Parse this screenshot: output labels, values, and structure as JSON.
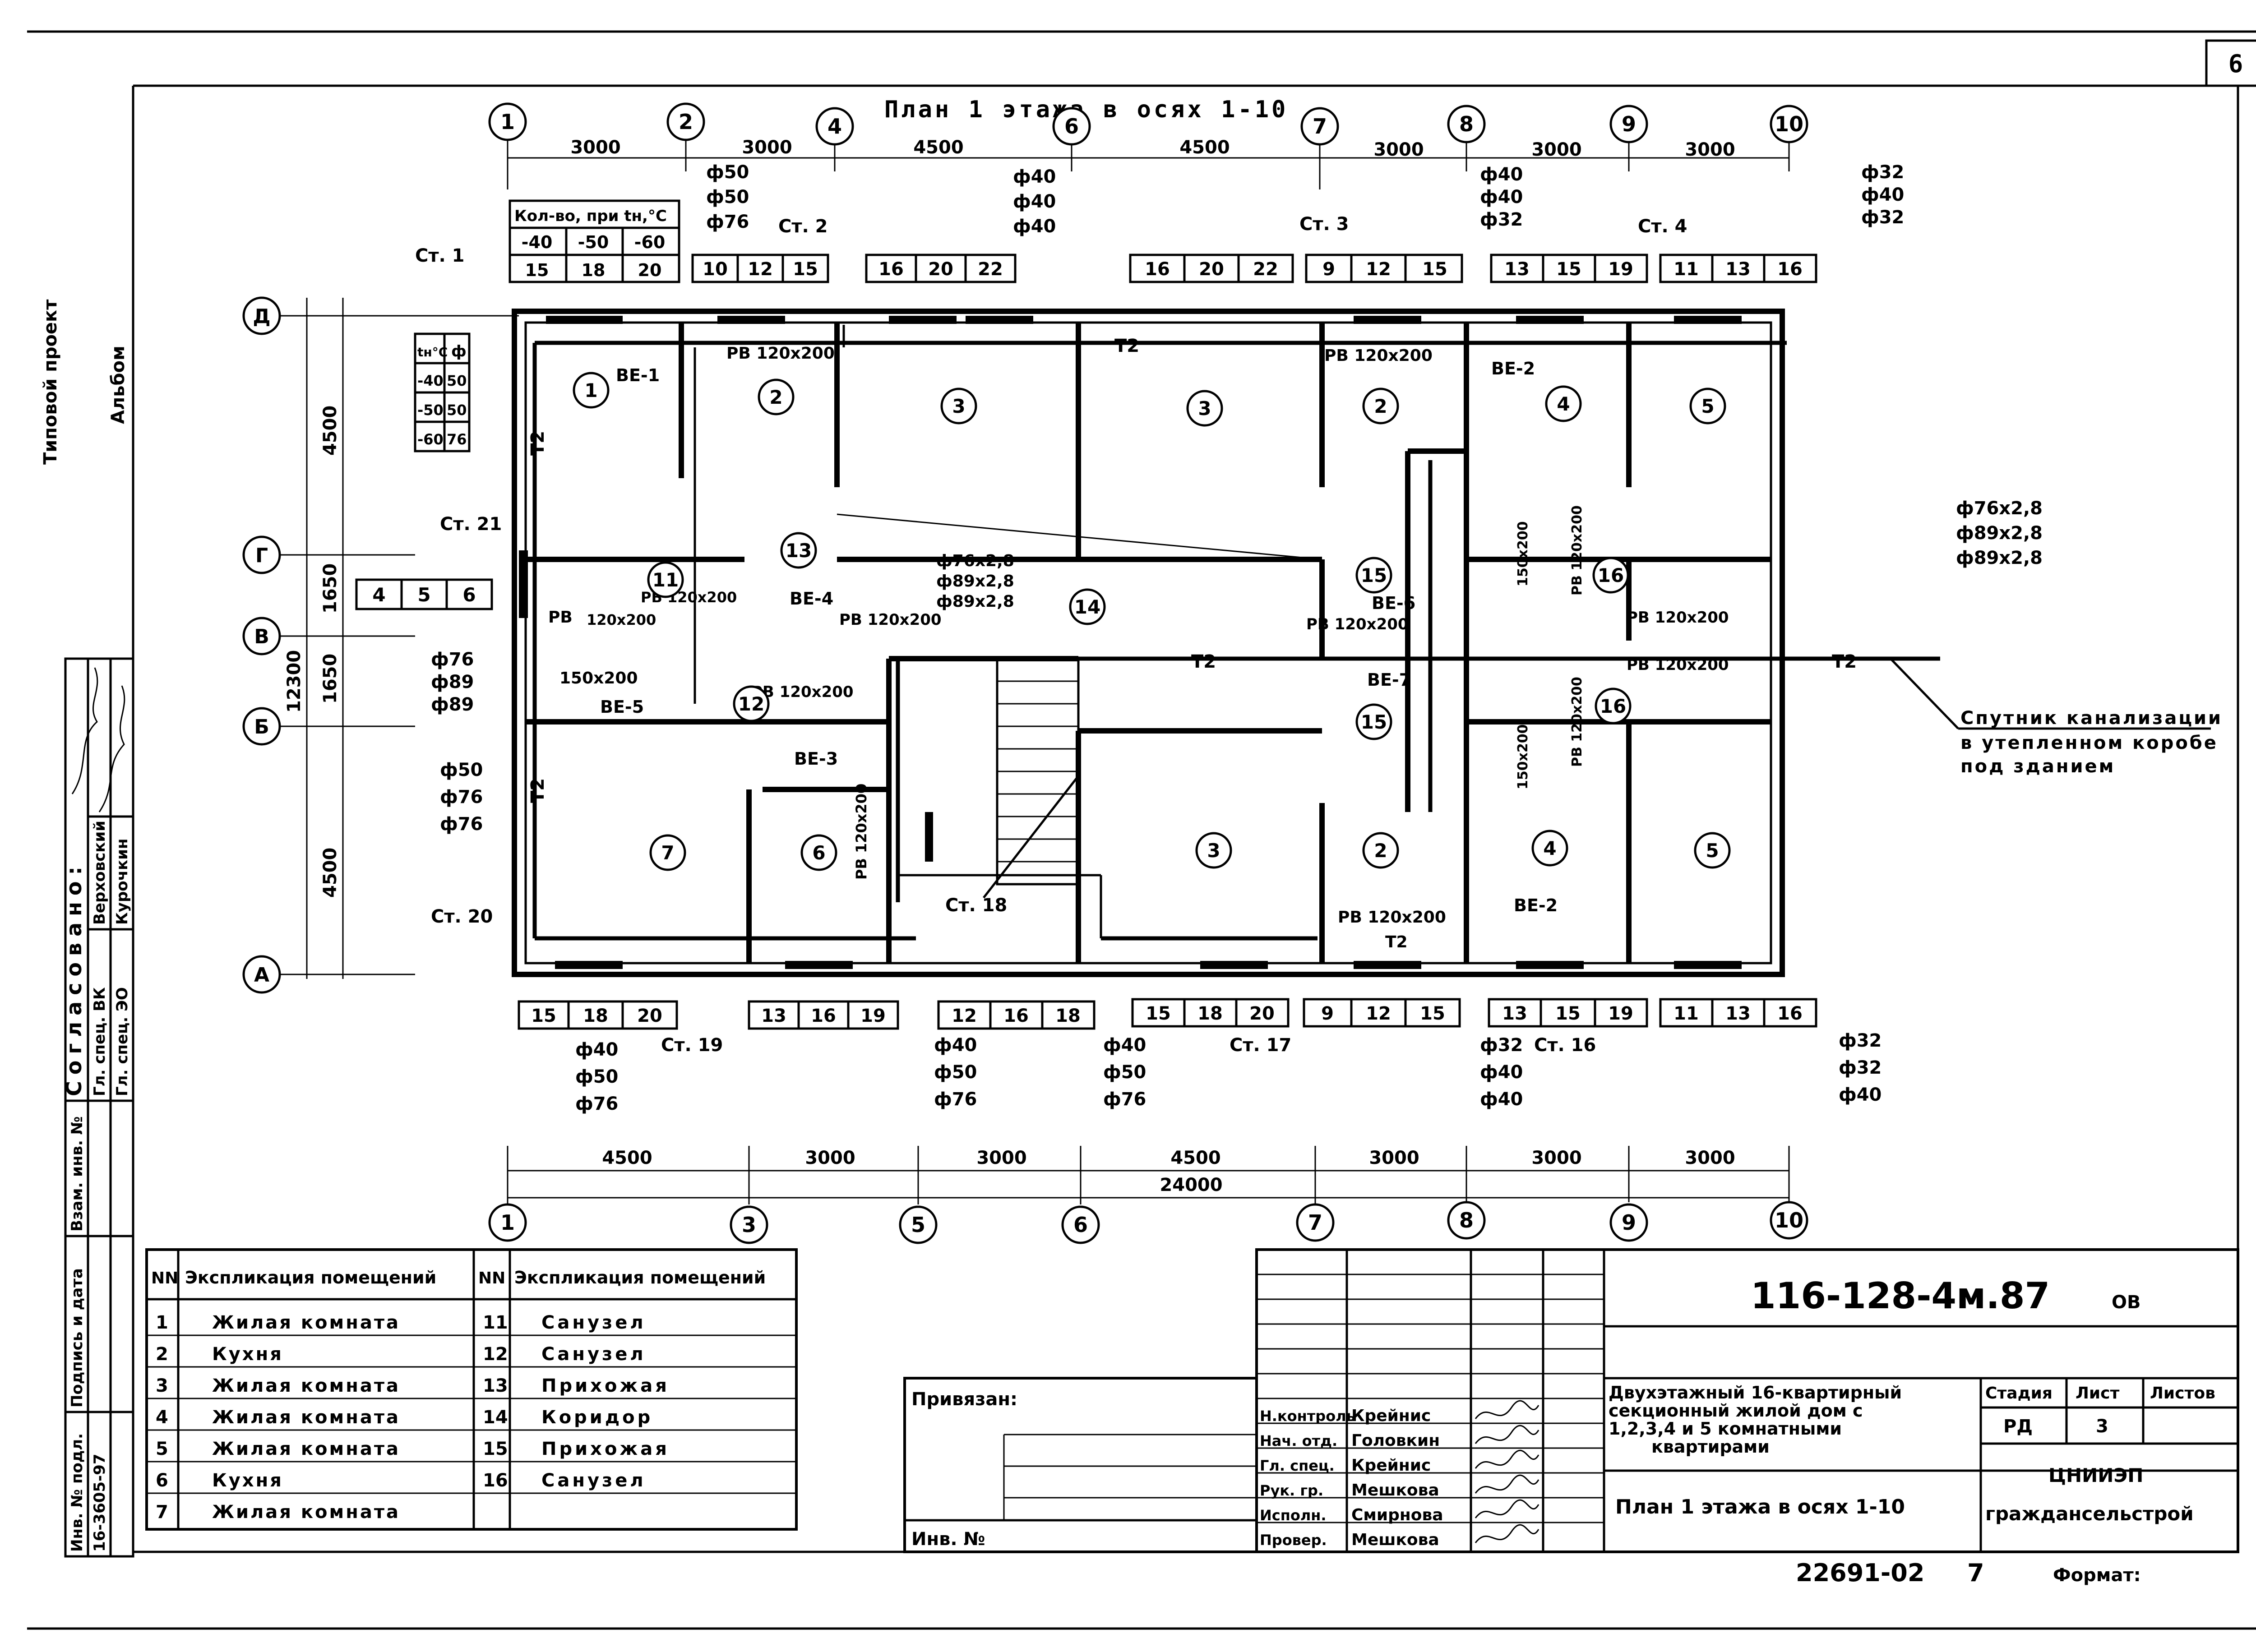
{
  "sheet_number": "6",
  "title": "План 1 этажа в осях 1-10",
  "left_margin": {
    "project_type": "Типовой проект",
    "album": "Альбом",
    "approved": "Согласовано:",
    "approvals": [
      {
        "role": "Гл. спец. ВК",
        "name": "Верховский"
      },
      {
        "role": "Гл. спец. ЭО",
        "name": "Курочкин"
      }
    ],
    "fields": [
      "Взам. инв. №",
      "Подпись и дата",
      "Инв. № подл."
    ],
    "inventory_number": "16-3605-97"
  },
  "axes": {
    "top": [
      "1",
      "2",
      "4",
      "6",
      "7",
      "8",
      "9",
      "10"
    ],
    "bottom": [
      "1",
      "3",
      "5",
      "6",
      "7",
      "8",
      "9",
      "10"
    ],
    "rows": [
      "Д",
      "Г",
      "В",
      "Б",
      "А"
    ]
  },
  "dimensions": {
    "top": [
      "3000",
      "3000",
      "4500",
      "4500",
      "3000",
      "3000",
      "3000"
    ],
    "bottom": [
      "4500",
      "3000",
      "3000",
      "4500",
      "3000",
      "3000",
      "3000"
    ],
    "total": "24000",
    "left": [
      "4500",
      "1650",
      "1650",
      "4500"
    ],
    "left_total": "12300"
  },
  "qty_table": {
    "header": "Кол-во, при tн,°С",
    "temps": [
      "-40",
      "-50",
      "-60"
    ],
    "values": [
      "15",
      "18",
      "20"
    ]
  },
  "dia_table": {
    "headers": [
      "tн°С",
      "ф"
    ],
    "rows": [
      [
        "-40",
        "50"
      ],
      [
        "-50",
        "50"
      ],
      [
        "-60",
        "76"
      ]
    ]
  },
  "top_radiator_groups": [
    [
      "10",
      "12",
      "15"
    ],
    [
      "16",
      "20",
      "22"
    ],
    [
      "16",
      "20",
      "22"
    ],
    [
      "9",
      "12",
      "15"
    ],
    [
      "13",
      "15",
      "19"
    ],
    [
      "11",
      "13",
      "16"
    ]
  ],
  "bottom_radiator_groups": [
    [
      "15",
      "18",
      "20"
    ],
    [
      "13",
      "16",
      "19"
    ],
    [
      "12",
      "16",
      "18"
    ],
    [
      "15",
      "18",
      "20"
    ],
    [
      "9",
      "12",
      "15"
    ],
    [
      "13",
      "15",
      "19"
    ],
    [
      "11",
      "13",
      "16"
    ]
  ],
  "left_radiator_group": [
    "4",
    "5",
    "6"
  ],
  "risers": [
    "Ст. 1",
    "Ст. 2",
    "Ст. 3",
    "Ст. 4",
    "Ст. 21",
    "Ст. 20",
    "Ст. 19",
    "Ст. 18",
    "Ст. 17",
    "Ст. 16"
  ],
  "pipe_diameters": {
    "a": [
      "ф50",
      "ф50",
      "ф76"
    ],
    "b": [
      "ф40",
      "ф40",
      "ф40"
    ],
    "c": [
      "ф40",
      "ф40",
      "ф32"
    ],
    "d": [
      "ф32",
      "ф40",
      "ф32"
    ],
    "e": [
      "ф76",
      "ф89",
      "ф89"
    ],
    "f": [
      "ф50",
      "ф76",
      "ф76"
    ],
    "g": [
      "ф40",
      "ф50",
      "ф76"
    ],
    "h": [
      "ф40",
      "ф50",
      "ф76"
    ],
    "i": [
      "ф40",
      "ф50",
      "ф76"
    ],
    "j": [
      "ф32",
      "ф40",
      "ф40"
    ],
    "k": [
      "ф32",
      "ф32",
      "ф40"
    ],
    "l": [
      "ф76x2,8",
      "ф89x2,8",
      "ф89x2,8"
    ],
    "m": [
      "ф76x2,8",
      "ф89x2,8",
      "ф89x2,8"
    ]
  },
  "pipe_label": "Т2",
  "vents": [
    "ВЕ-1",
    "ВЕ-2",
    "ВЕ-3",
    "ВЕ-4",
    "ВЕ-5",
    "ВЕ-6",
    "ВЕ-7",
    "ВЕ-2"
  ],
  "grilles": {
    "rv": "РВ 120x200",
    "rv_short": "РВ",
    "g120": "120x200",
    "g150": "150x200"
  },
  "sewer_note": [
    "Спутник канализации",
    "в утепленном коробе",
    "под зданием"
  ],
  "explication": {
    "header_nn": "NN",
    "header_text": "Экспликация помещений",
    "left": [
      {
        "n": "1",
        "name": "Жилая комната"
      },
      {
        "n": "2",
        "name": "Кухня"
      },
      {
        "n": "3",
        "name": "Жилая комната"
      },
      {
        "n": "4",
        "name": "Жилая комната"
      },
      {
        "n": "5",
        "name": "Жилая комната"
      },
      {
        "n": "6",
        "name": "Кухня"
      },
      {
        "n": "7",
        "name": "Жилая комната"
      }
    ],
    "right": [
      {
        "n": "11",
        "name": "Санузел"
      },
      {
        "n": "12",
        "name": "Санузел"
      },
      {
        "n": "13",
        "name": "Прихожая"
      },
      {
        "n": "14",
        "name": "Коридор"
      },
      {
        "n": "15",
        "name": "Прихожая"
      },
      {
        "n": "16",
        "name": "Санузел"
      }
    ]
  },
  "title_block": {
    "code": "116-128-4м.87",
    "suffix": "ОВ",
    "tied": "Привязан:",
    "inv": "Инв. №",
    "staff": [
      {
        "role": "Н.контроль",
        "name": "Крейнис"
      },
      {
        "role": "Нач. отд.",
        "name": "Головкин"
      },
      {
        "role": "Гл. спец.",
        "name": "Крейнис"
      },
      {
        "role": "Рук. гр.",
        "name": "Мешкова"
      },
      {
        "role": "Исполн.",
        "name": "Смирнова"
      },
      {
        "role": "Провер.",
        "name": "Мешкова"
      }
    ],
    "description": [
      "Двухэтажный 16-квартирный",
      "секционный жилой дом с",
      "1,2,3,4 и 5 комнатными",
      "квартирами"
    ],
    "stage_header": "Стадия",
    "sheet_header": "Лист",
    "sheets_header": "Листов",
    "stage": "РД",
    "sheet": "3",
    "sheet_title": "План 1 этажа в осях 1-10",
    "org": [
      "ЦНИИЭП",
      "граждансельстрой"
    ],
    "doc_number": "22691-02",
    "page": "7",
    "format_label": "Формат:"
  }
}
